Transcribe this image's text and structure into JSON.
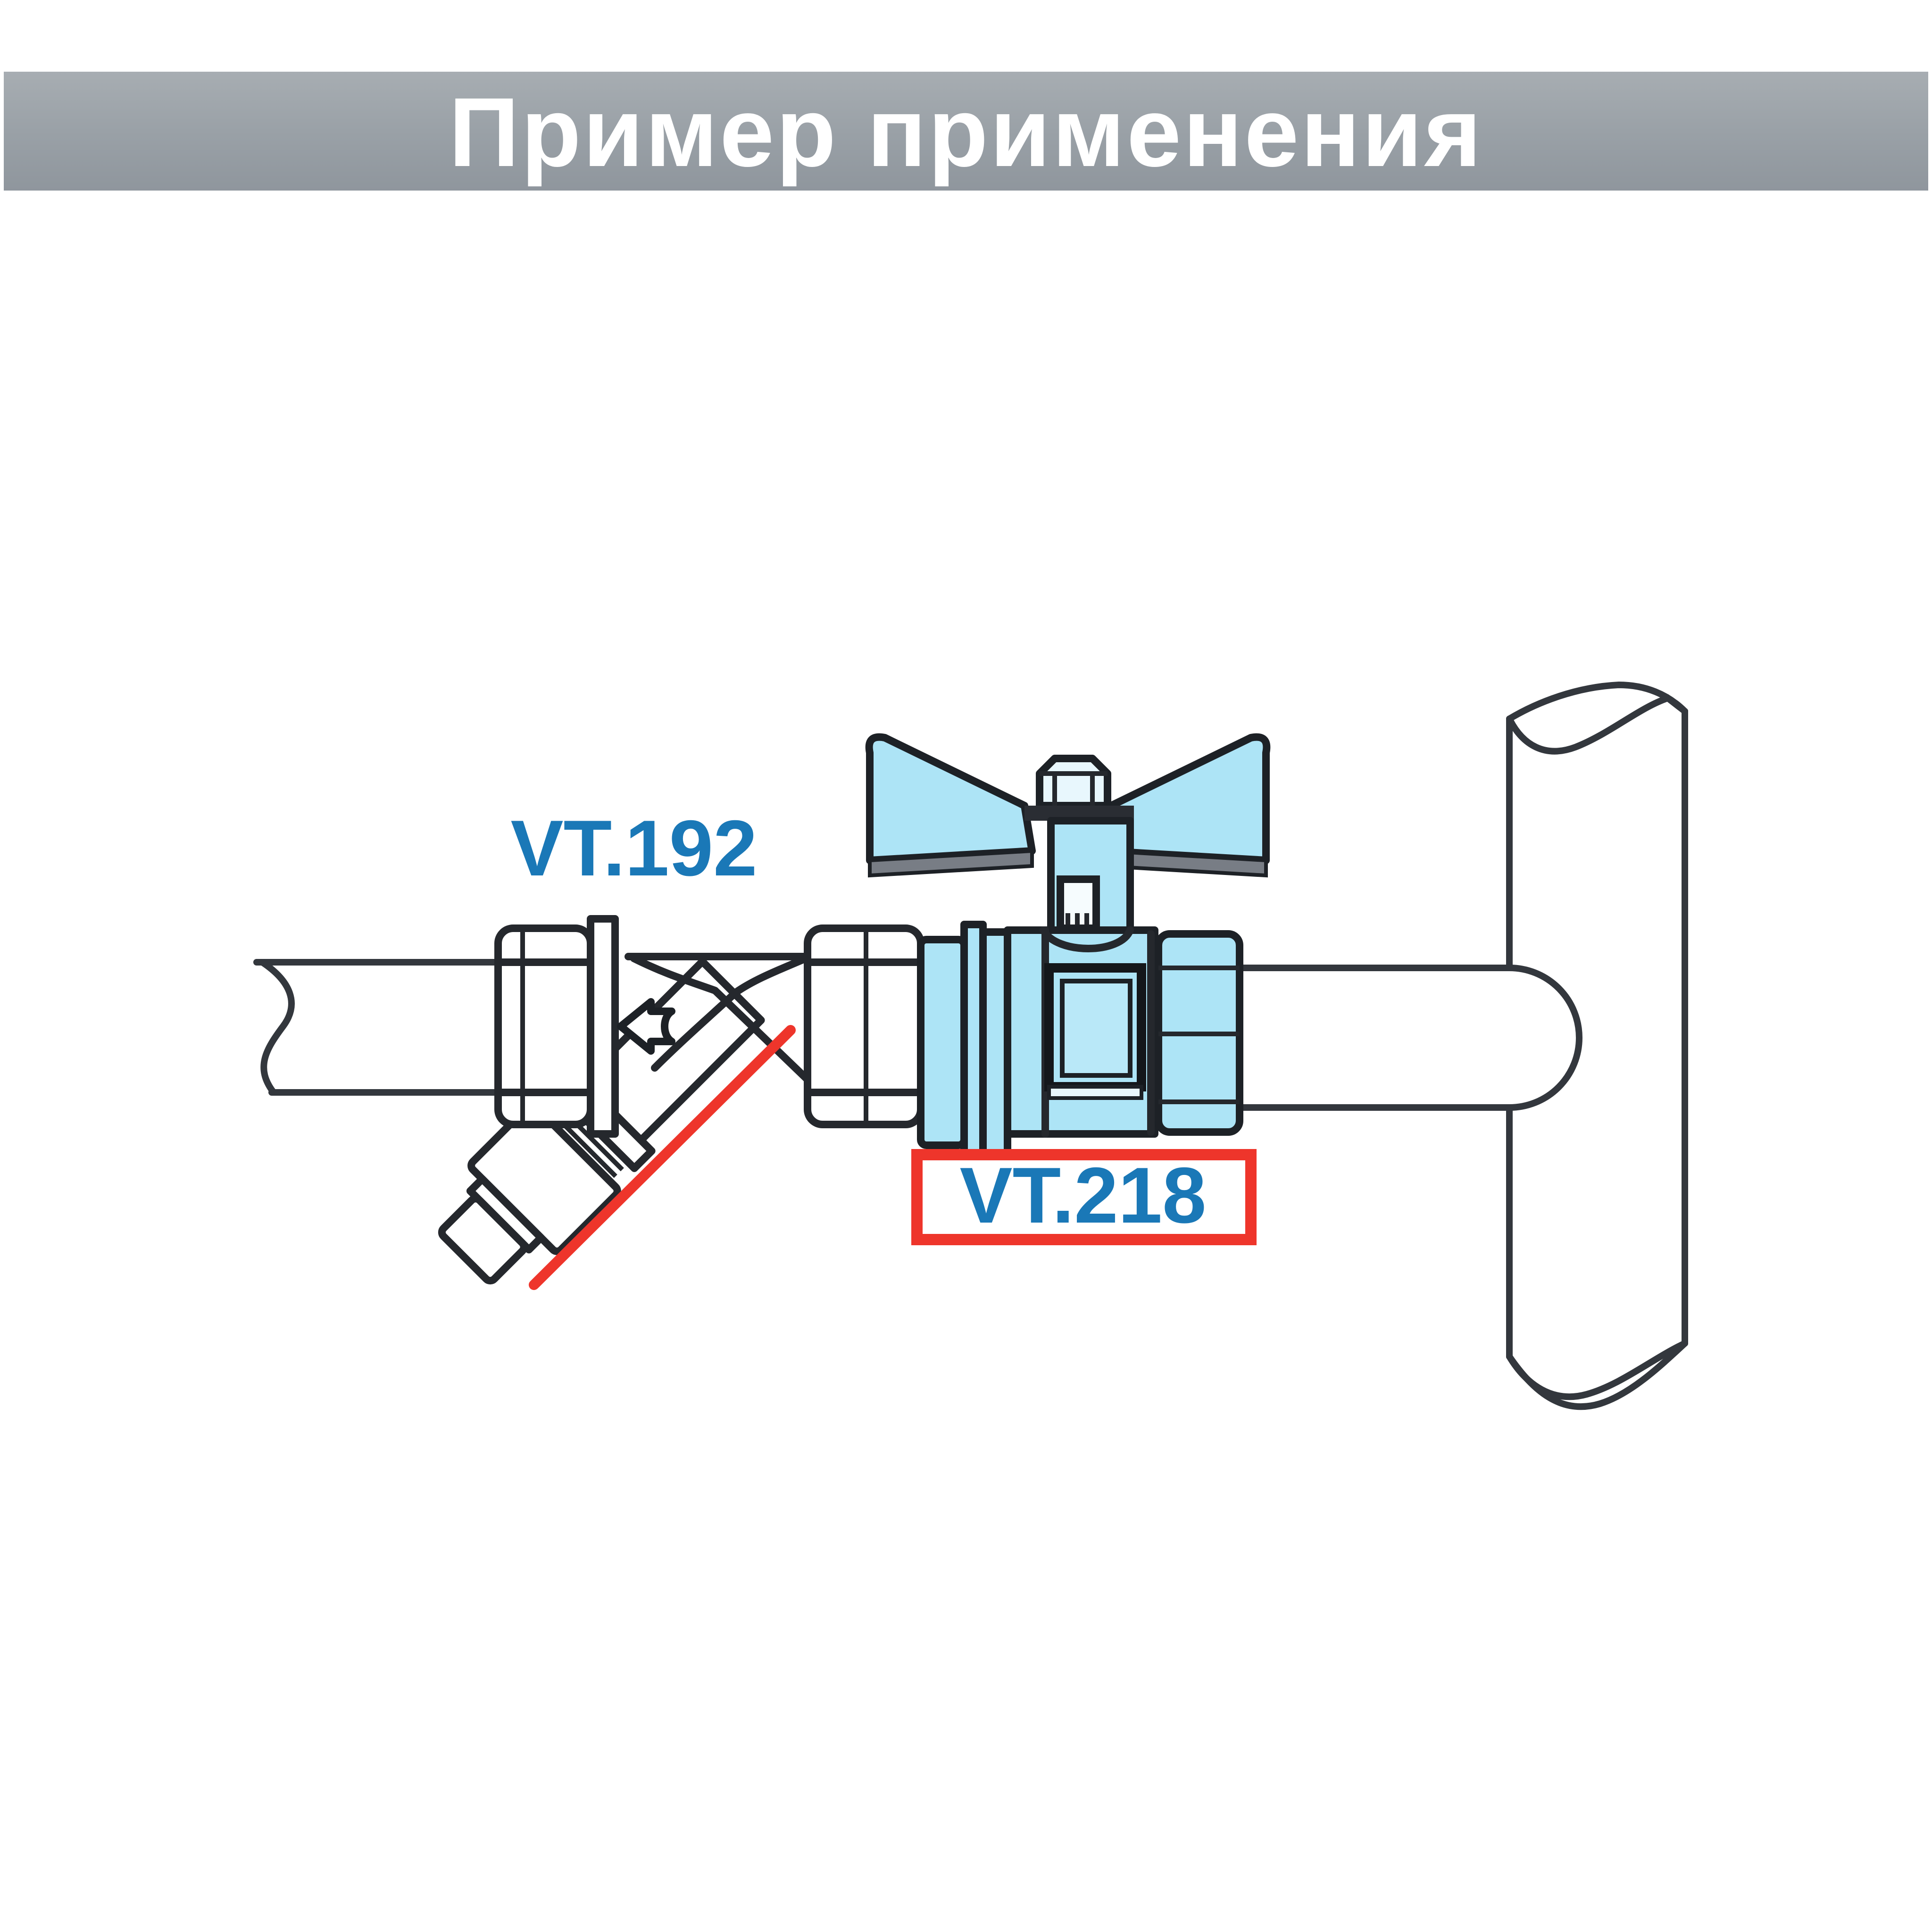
{
  "header": {
    "title": "Пример применения",
    "background_color": "#9aa1a7",
    "text_color": "#ffffff"
  },
  "labels": {
    "strainer_label": "VT.192",
    "valve_label": "VT.218",
    "label_color": "#1a78b7"
  },
  "highlight": {
    "box_color": "#ee352b",
    "cross_line_color": "#ee352b"
  },
  "diagram_colors": {
    "valve_fill": "#ade4f6",
    "line_color": "#25282d",
    "pipe_line_color": "#33373d"
  },
  "icons": {
    "flow_direction_arrow": "left-arrow"
  }
}
